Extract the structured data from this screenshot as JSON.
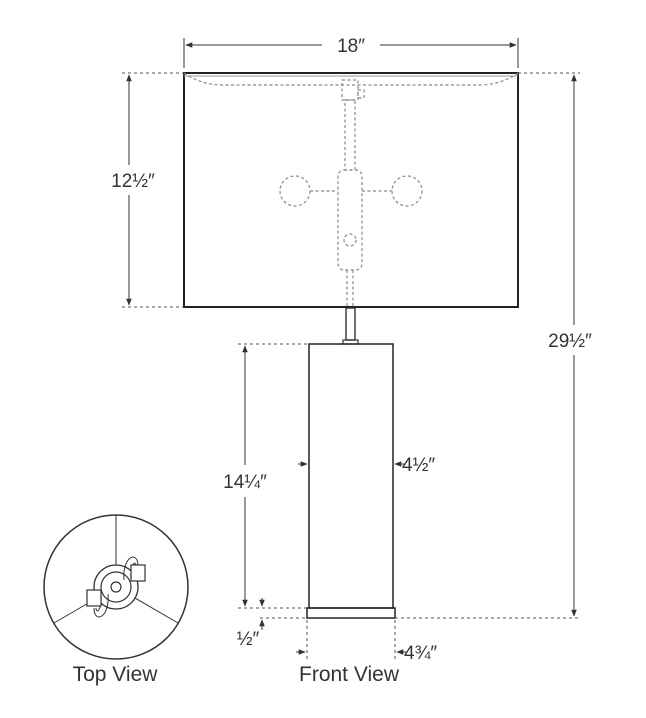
{
  "diagram": {
    "dimensions": {
      "shade_width": "18″",
      "shade_height": "12½″",
      "overall_height": "29½″",
      "body_height": "14¼″",
      "body_width": "4½″",
      "base_height": "½″",
      "base_width": "4¾″"
    },
    "views": {
      "top": "Top View",
      "front": "Front View"
    },
    "colors": {
      "line": "#333333",
      "hidden": "#888888",
      "background": "#ffffff"
    }
  }
}
